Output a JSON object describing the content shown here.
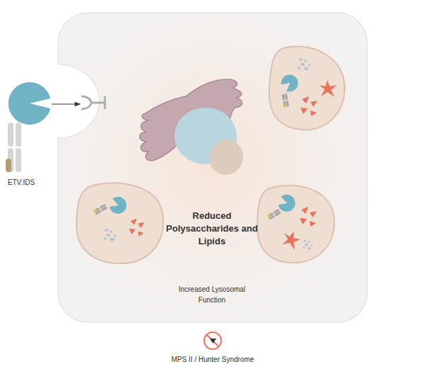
{
  "diagram": {
    "nodes": [
      {
        "text": [
          "Reduced Polysaccharides and Lipids",
          "Increased Lysosomal Function"
        ]
      }
    ],
    "labels": [
      "ETV:IDS",
      "MPS II / Hunter Syndrome"
    ]
  }
}
